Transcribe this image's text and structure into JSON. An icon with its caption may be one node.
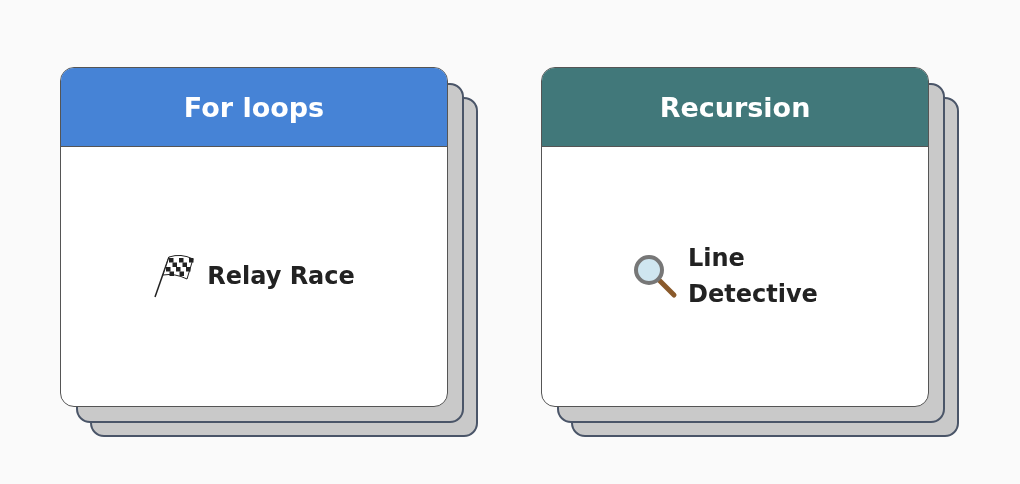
{
  "diagram": {
    "nodes": [
      {
        "text": [
          "For loops",
          "Relay Race"
        ]
      },
      {
        "text": [
          "Recursion",
          "Line Detective"
        ]
      }
    ]
  }
}
